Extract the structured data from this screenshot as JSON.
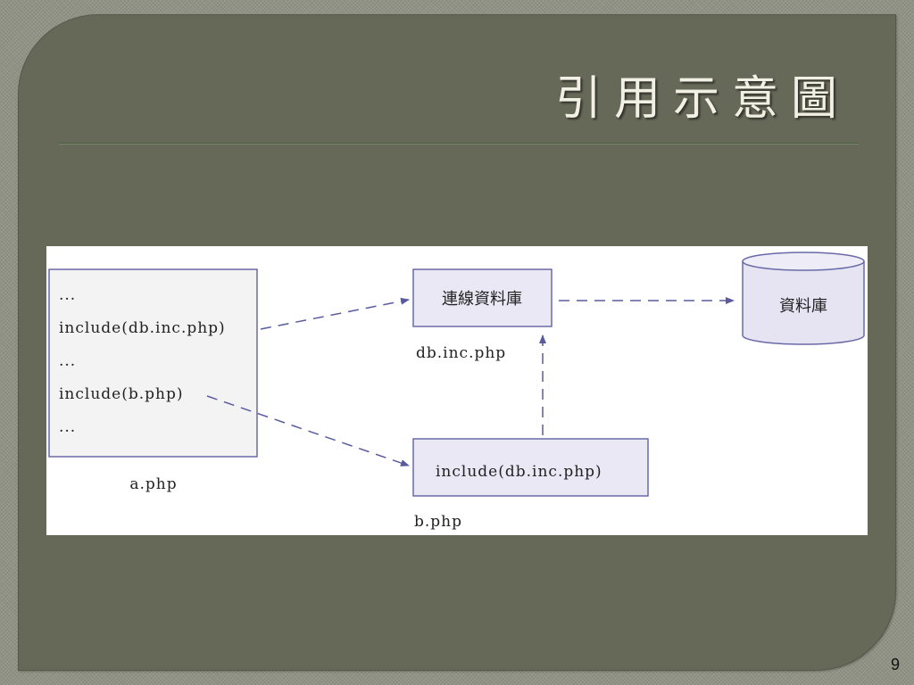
{
  "slide": {
    "title": "引用示意圖",
    "page_number": "9"
  },
  "diagram": {
    "file_a": {
      "lines": [
        "...",
        "include(db.inc.php)",
        "...",
        "include(b.php)",
        "..."
      ],
      "caption": "a.php"
    },
    "db_connect": {
      "label": "連線資料庫",
      "caption": "db.inc.php"
    },
    "database": {
      "label": "資料庫"
    },
    "file_b": {
      "line": "include(db.inc.php)",
      "caption": "b.php"
    },
    "colors": {
      "box_border": "#6a6aa8",
      "arrow": "#5a5aa0",
      "file_a_fill": "#f3f3f3",
      "box_fill": "#e9e8f4",
      "database_fill": "#e6e4f2"
    }
  }
}
